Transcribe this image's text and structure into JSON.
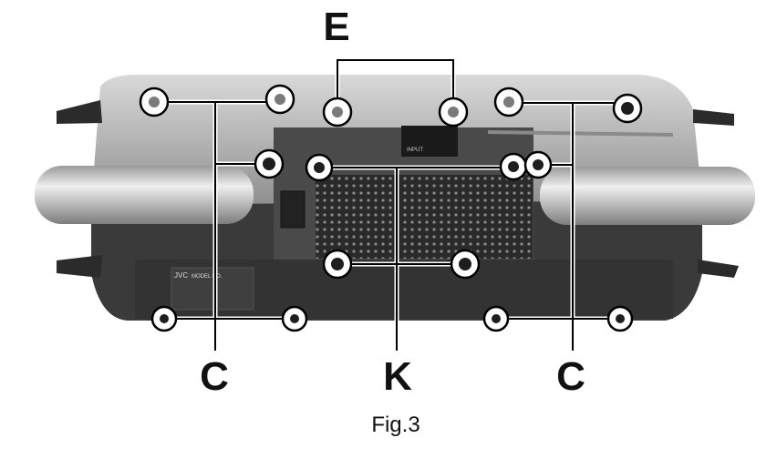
{
  "labels": {
    "top": "E",
    "bottom_left": "C",
    "bottom_center": "K",
    "bottom_right": "C"
  },
  "caption": "Fig.3",
  "unit_text": {
    "brand": "JVC",
    "model_label": "MODEL NO.",
    "input_label": "INPUT"
  },
  "colors": {
    "ink": "#111111",
    "body_light": "#bdbdbd",
    "body_dark": "#3a3a3a",
    "grille": "#1c1c1c"
  }
}
